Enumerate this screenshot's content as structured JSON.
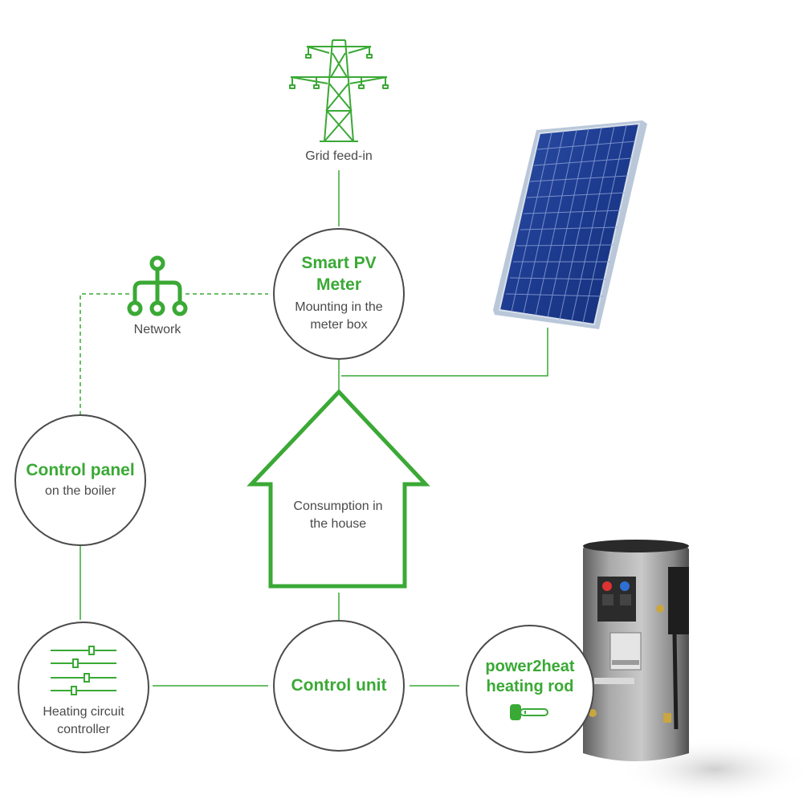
{
  "grid": {
    "label": "Grid feed-in",
    "icon": "power-tower-icon"
  },
  "network": {
    "label": "Network",
    "icon": "network-icon"
  },
  "smart_meter": {
    "title_line1": "Smart PV",
    "title_line2": "Meter",
    "sub_line1": "Mounting in the",
    "sub_line2": "meter box"
  },
  "control_panel": {
    "title": "Control panel",
    "sub": "on the boiler"
  },
  "house": {
    "line1": "Consumption in",
    "line2": "the house"
  },
  "heating_circuit": {
    "line1": "Heating circuit",
    "line2": "controller",
    "icon": "sliders-icon"
  },
  "control_unit": {
    "title": "Control unit"
  },
  "power2heat": {
    "title_line1": "power2heat",
    "title_line2": "heating rod",
    "icon": "heating-rod-icon"
  },
  "solar_panel": {
    "icon": "solar-panel-icon"
  },
  "boiler": {
    "icon": "boiler-tank-icon"
  },
  "colors": {
    "accent": "#3aa935",
    "line": "#3aa935",
    "outline": "#4a4a4a",
    "text": "#4a4a4a"
  }
}
